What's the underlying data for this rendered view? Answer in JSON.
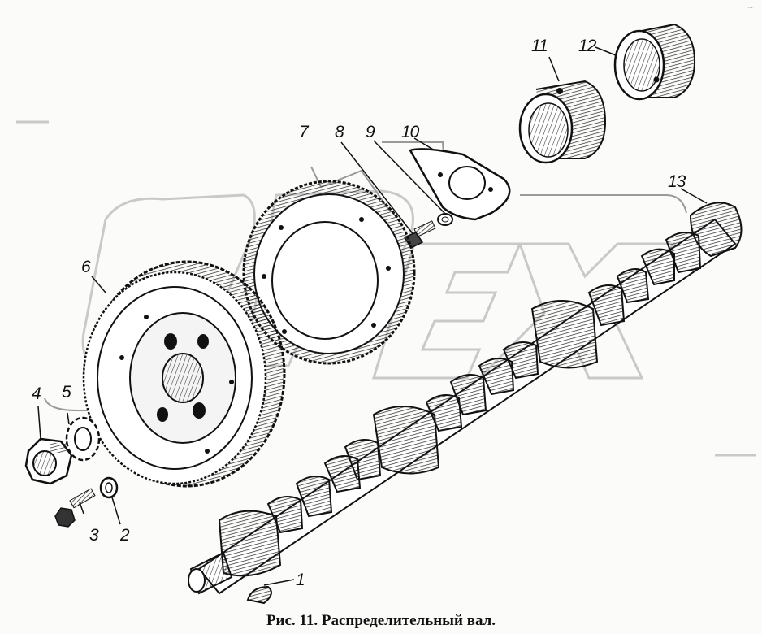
{
  "figure": {
    "caption": "Рис. 11. Распределительный вал.",
    "corner_mark": "~",
    "watermark": "OPEX"
  },
  "parts": [
    {
      "number": "1",
      "name": "key"
    },
    {
      "number": "2",
      "name": "washer"
    },
    {
      "number": "3",
      "name": "bolt"
    },
    {
      "number": "4",
      "name": "nut"
    },
    {
      "number": "5",
      "name": "lock-washer"
    },
    {
      "number": "6",
      "name": "camshaft-gear-large"
    },
    {
      "number": "7",
      "name": "gear-ring"
    },
    {
      "number": "8",
      "name": "bolt"
    },
    {
      "number": "9",
      "name": "washer"
    },
    {
      "number": "10",
      "name": "thrust-flange"
    },
    {
      "number": "11",
      "name": "bushing"
    },
    {
      "number": "12",
      "name": "bushing"
    },
    {
      "number": "13",
      "name": "camshaft"
    }
  ]
}
